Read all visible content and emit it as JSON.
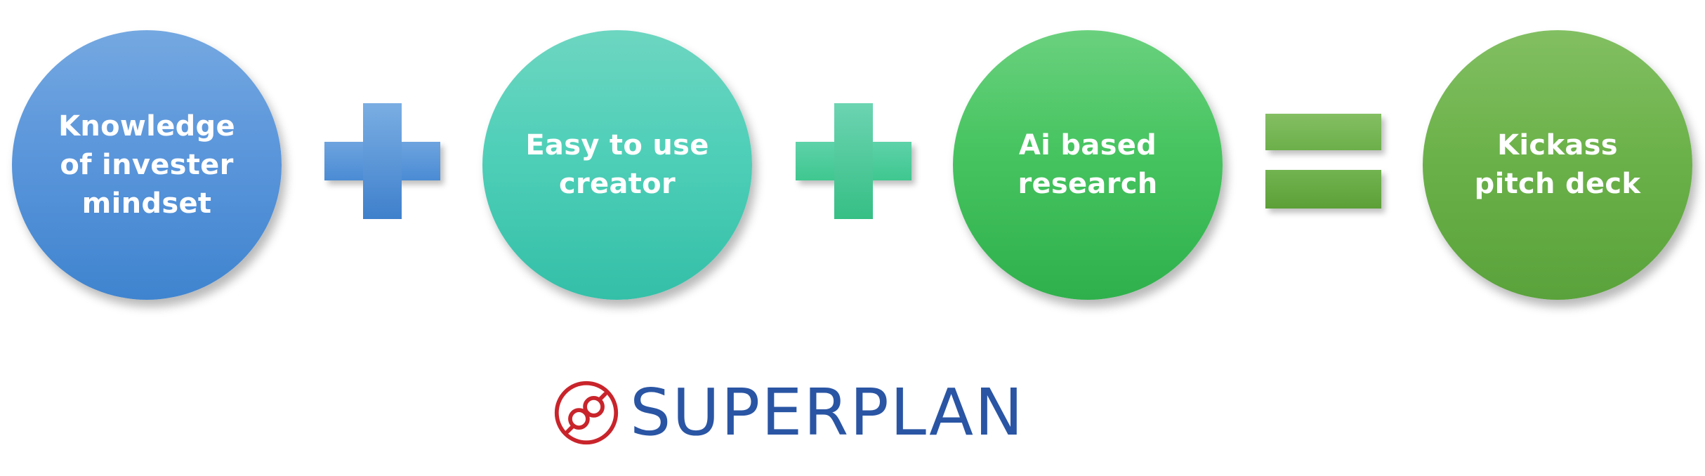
{
  "diagram": {
    "steps": [
      {
        "label": "Knowledge\nof invester\nmindset",
        "color": "#5b96db"
      },
      {
        "label": "Easy to use\ncreator",
        "color": "#4fcfb8"
      },
      {
        "label": "Ai based\nresearch",
        "color": "#46c460"
      },
      {
        "label": "Kickass\npitch deck",
        "color": "#6cb24a"
      }
    ],
    "operators": [
      {
        "symbol": "plus",
        "icon": "plus-icon",
        "color": "#5b96db"
      },
      {
        "symbol": "plus",
        "icon": "plus-icon",
        "color": "#4fcfb8"
      },
      {
        "symbol": "equals",
        "icon": "equals-icon",
        "color": "#6cb24a"
      }
    ]
  },
  "logo": {
    "text": "SUPERPLAN",
    "text_color": "#2a55a4",
    "mark_color": "#c9242b",
    "icon": "superplan-logo-icon"
  }
}
